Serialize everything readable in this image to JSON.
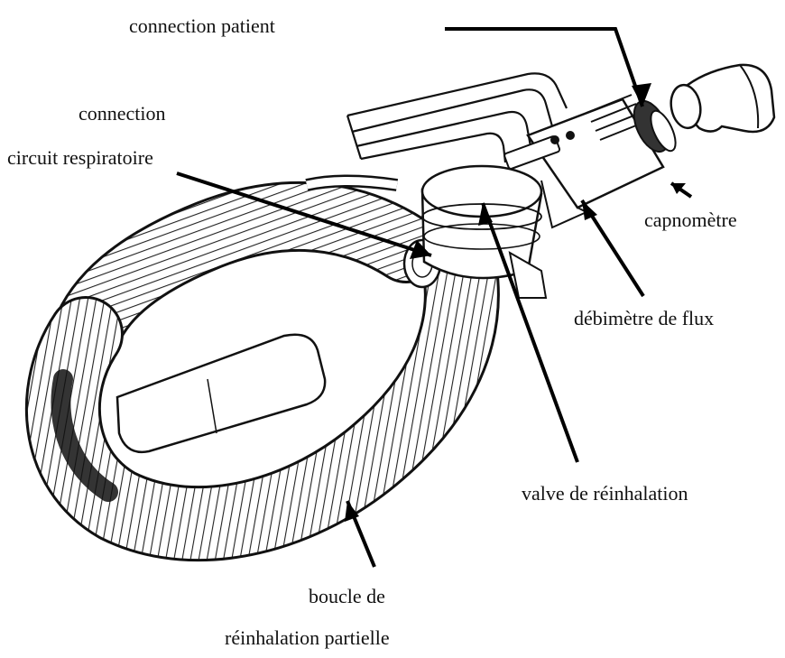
{
  "labels": {
    "connection_patient": "connection  patient",
    "connection_line1": "connection",
    "connection_line2": "circuit respiratoire",
    "capnometre": "capnomètre",
    "debimetre": "débimètre de flux",
    "valve": "valve de réinhalation",
    "boucle_line1": "boucle de",
    "boucle_line2": "réinhalation partielle"
  },
  "colors": {
    "ink": "#111111",
    "background": "#ffffff"
  }
}
